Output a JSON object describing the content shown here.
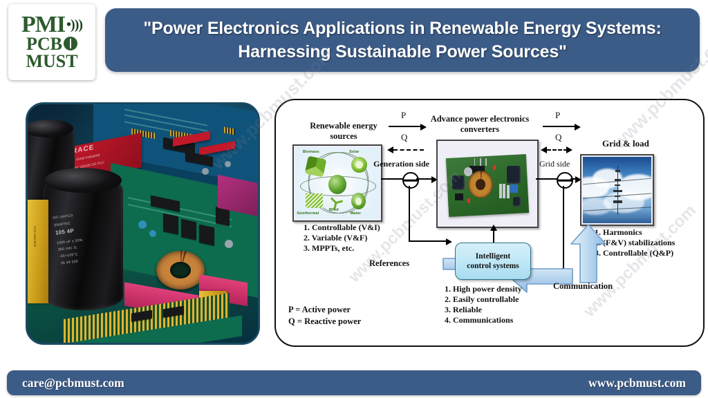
{
  "brand": {
    "logo_line1": "PMI",
    "logo_line2": "PCB",
    "logo_line3": "MUST",
    "wifi_icon": "wifi-signal-icon",
    "tree_icon": "tree-circle-icon"
  },
  "header": {
    "title": "\"Power Electronics Applications in Renewable Energy Systems: Harnessing Sustainable Power Sources\"",
    "band_color": "#3c5c88"
  },
  "photo": {
    "alt": "power-electronics-pcb-closeup",
    "cap_label_1": "SIC-SAFCO",
    "cap_label_2": "SNAPSIC",
    "cap_label_3": "105 4P",
    "cap_label_4": "1000 uF  ± 20%",
    "cap_label_5": "300 Vdc  JL",
    "cap_label_6": "-55+105°C",
    "cap_label_7": "05 49   326",
    "side_label_1": "CGS",
    "side_label_2": "10CH818",
    "red_module": "RACE"
  },
  "diagram": {
    "border_color": "#111111",
    "labels": {
      "renewable_sources": "Renewable energy\nsources",
      "converters": "Advance power electronics\nconverters",
      "grid_load": "Grid & load",
      "generation_side": "Generation side",
      "grid_side": "Grid side",
      "references": "References",
      "communication": "Communication",
      "p_left": "P",
      "q_left": "Q",
      "p_right": "P",
      "q_right": "Q"
    },
    "renewable_image_captions": {
      "biomass": "Biomass",
      "solar": "Solar",
      "wind": "Wind",
      "water": "Water",
      "geothermal": "Geothermal"
    },
    "source_features": [
      "1. Controllable (V&I)",
      "2. Variable (V&F)",
      "3. MPPTs, etc."
    ],
    "control_box": "Intelligent\ncontrol systems",
    "control_features": [
      "1. High power density",
      "2. Easily controllable",
      "3. Reliable",
      "4. Communications"
    ],
    "grid_features": [
      "1. Harmonics",
      "2. (F&V) stabilizations",
      "3. Controllable (Q&P)"
    ],
    "legend": [
      "P = Active power",
      "Q = Reactive power"
    ]
  },
  "watermarks": [
    "www.pcbmust.com",
    "www.pcbmust.com",
    "www.pcbmust.com",
    "www.pcbmust.com"
  ],
  "footer": {
    "email": "care@pcbmust.com",
    "website": "www.pcbmust.com",
    "band_color": "#3c5c88"
  }
}
